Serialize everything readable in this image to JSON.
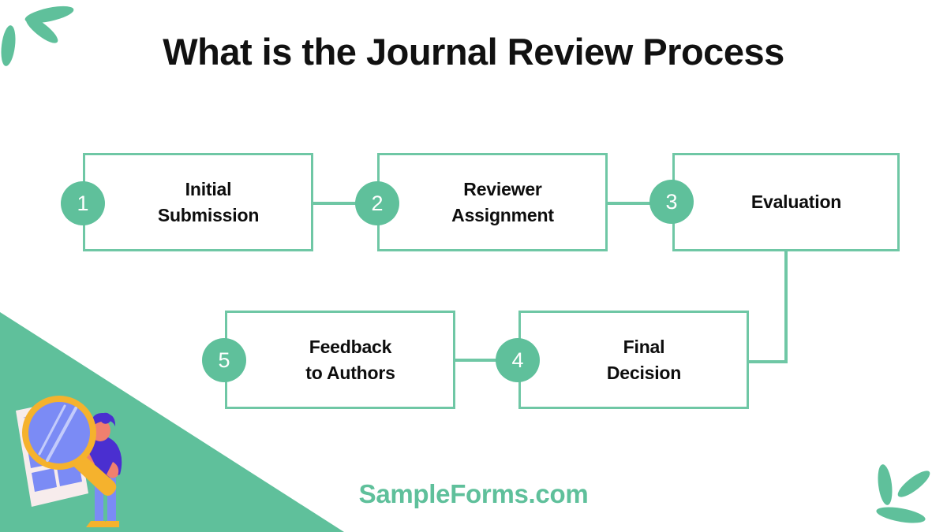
{
  "title": "What is the Journal Review Process",
  "brand": "SampleForms.com",
  "colors": {
    "accent_green": "#5FC09B",
    "border_green": "#6FC7A5",
    "text_dark": "#0d0d0d",
    "background": "#ffffff",
    "illustration_blue": "#7B8BF5",
    "illustration_purple": "#4A2FD0",
    "illustration_orange": "#F5B22D",
    "illustration_paper": "#F7ECEC"
  },
  "steps": [
    {
      "number": "1",
      "label": "Initial\nSubmission"
    },
    {
      "number": "2",
      "label": "Reviewer\nAssignment"
    },
    {
      "number": "3",
      "label": "Evaluation"
    },
    {
      "number": "4",
      "label": "Final\nDecision"
    },
    {
      "number": "5",
      "label": "Feedback\nto Authors"
    }
  ],
  "decorations": {
    "top_left_leaves": "leaf-cluster-top-left",
    "bottom_right_leaves": "leaf-cluster-bottom-right",
    "corner_shape": "green-triangle",
    "illustration": "person-with-magnifying-glass-and-document"
  }
}
